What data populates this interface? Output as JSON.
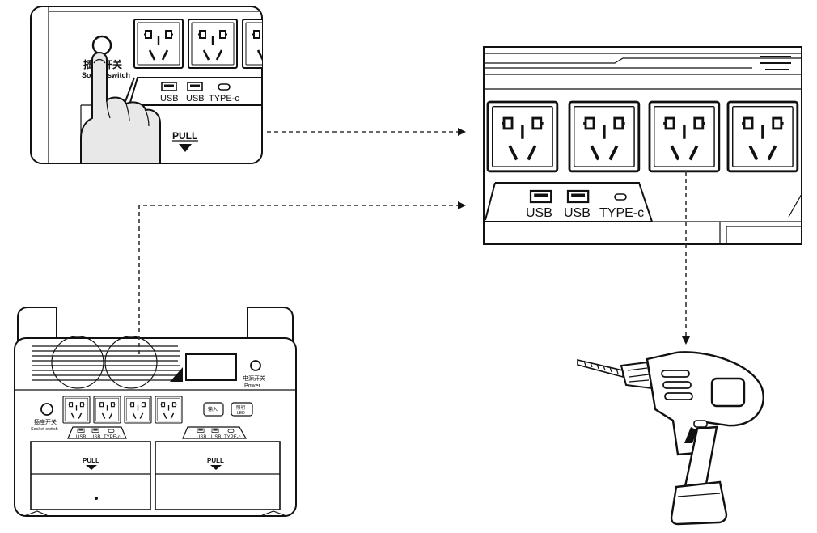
{
  "inset_panel": {
    "switch_label_cn": "插座开关",
    "switch_label_en": "Socket switch",
    "port_labels": [
      "USB",
      "USB",
      "TYPE-c"
    ],
    "pull_label": "PULL"
  },
  "zoom_panel": {
    "port_labels": [
      "USB",
      "USB",
      "TYPE-c"
    ]
  },
  "station": {
    "power_label_cn": "电源开关",
    "power_label_en": "Power",
    "socket_switch_cn": "插座开关",
    "socket_switch_en": "Socket switch",
    "left_ports": [
      "USB",
      "USB",
      "TYPE-c"
    ],
    "right_ports": [
      "USB",
      "USB",
      "TYPE-c"
    ],
    "pull_left": "PULL",
    "pull_right": "PULL",
    "input_label_cn": "输入",
    "light_label_cn": "照明",
    "light_label_en": "LED"
  },
  "colors": {
    "line": "#111111",
    "hand_fill": "#e8e8e8",
    "panel_fill": "#ffffff"
  }
}
